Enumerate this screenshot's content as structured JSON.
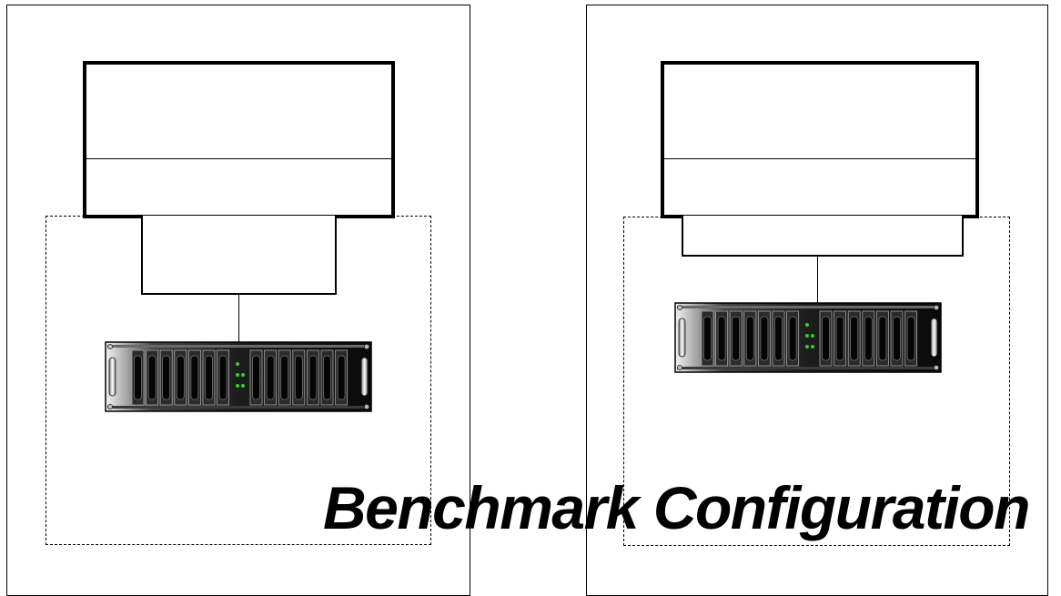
{
  "caption": "Benchmark Configuration",
  "colors": {
    "line": "#000000",
    "background": "#ffffff",
    "array_body": "#1c1c1c",
    "led": "#2fd12f"
  },
  "panels": [
    {
      "id": "left",
      "host": "host-system",
      "adapter": "host-adapter",
      "storage": "disk-array"
    },
    {
      "id": "right",
      "host": "host-system",
      "adapter": "host-adapter",
      "storage": "disk-array"
    }
  ]
}
